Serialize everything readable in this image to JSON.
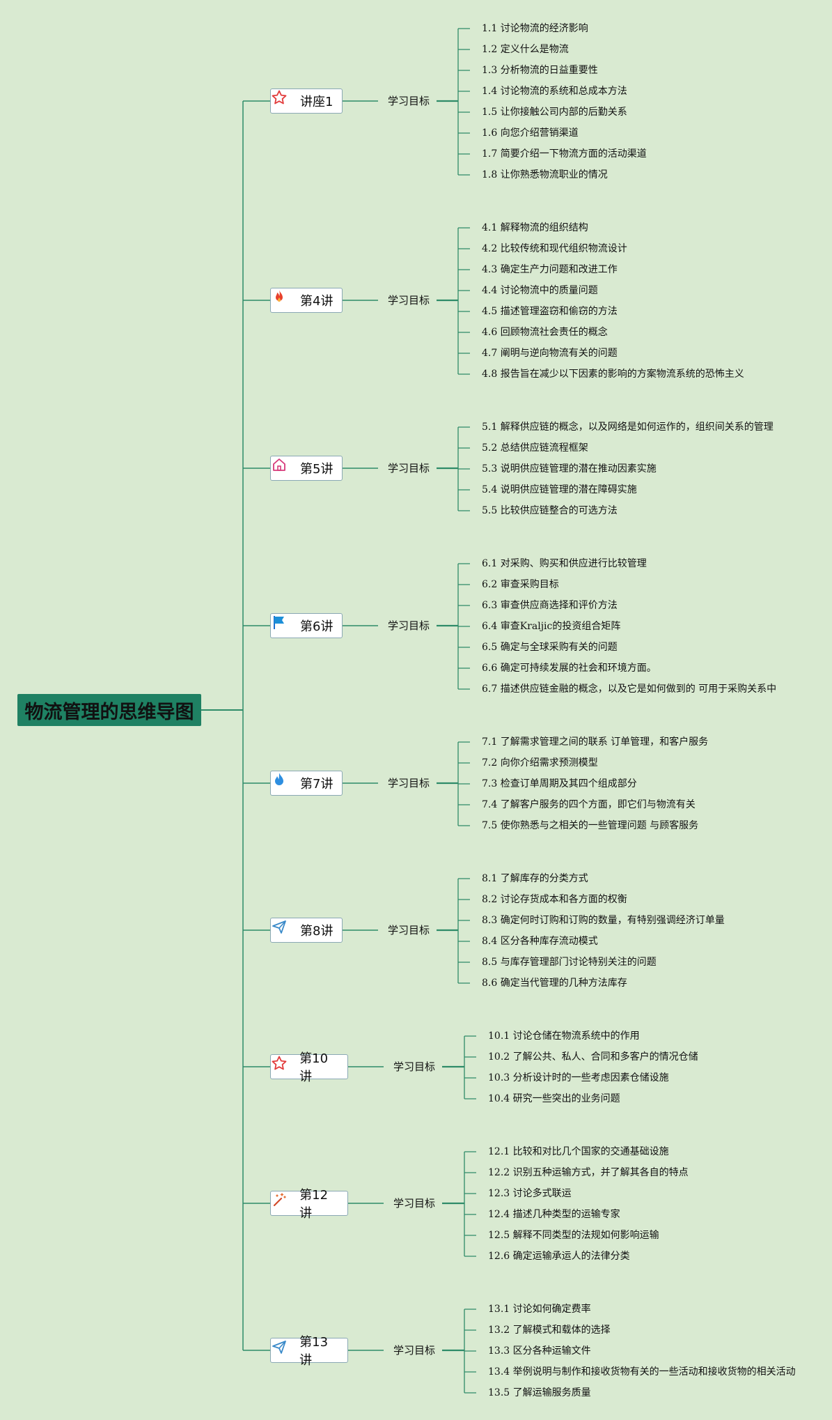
{
  "root": {
    "label": "物流管理的思维导图"
  },
  "colors": {
    "line": "#2e8b68",
    "background": "#d9ead1",
    "root_fill": "#1f8163"
  },
  "branches": [
    {
      "label": "讲座1",
      "icon": "star-icon",
      "goal": "学习目标",
      "items": [
        "1.1 讨论物流的经济影响",
        "1.2 定义什么是物流",
        "1.3 分析物流的日益重要性",
        "1.4 讨论物流的系统和总成本方法",
        "1.5 让你接触公司内部的后勤关系",
        "1.6 向您介绍营销渠道",
        "1.7 简要介绍一下物流方面的活动渠道",
        "1.8 让你熟悉物流职业的情况"
      ]
    },
    {
      "label": "第4讲",
      "icon": "fire-icon",
      "goal": "学习目标",
      "items": [
        "4.1 解释物流的组织结构",
        "4.2 比较传统和现代组织物流设计",
        "4.3 确定生产力问题和改进工作",
        "4.4 讨论物流中的质量问题",
        "4.5 描述管理盗窃和偷窃的方法",
        "4.6 回顾物流社会责任的概念",
        "4.7 阐明与逆向物流有关的问题",
        "4.8 报告旨在减少以下因素的影响的方案物流系统的恐怖主义"
      ]
    },
    {
      "label": "第5讲",
      "icon": "home-icon",
      "goal": "学习目标",
      "items": [
        "5.1 解释供应链的概念，以及网络是如何运作的，组织间关系的管理",
        "5.2 总结供应链流程框架",
        "5.3 说明供应链管理的潜在推动因素实施",
        "5.4 说明供应链管理的潜在障碍实施",
        "5.5 比较供应链整合的可选方法"
      ]
    },
    {
      "label": "第6讲",
      "icon": "flag-icon",
      "goal": "学习目标",
      "items": [
        "6.1 对采购、购买和供应进行比较管理",
        "6.2 审查采购目标",
        "6.3 审查供应商选择和评价方法",
        "6.4 审查Kraljic的投资组合矩阵",
        "6.5 确定与全球采购有关的问题",
        "6.6 确定可持续发展的社会和环境方面。",
        "6.7 描述供应链金融的概念，以及它是如何做到的 可用于采购关系中"
      ]
    },
    {
      "label": "第7讲",
      "icon": "water-drop-icon",
      "goal": "学习目标",
      "items": [
        "7.1 了解需求管理之间的联系 订单管理，和客户服务",
        "7.2 向你介绍需求预测模型",
        "7.3 检查订单周期及其四个组成部分",
        "7.4 了解客户服务的四个方面，即它们与物流有关",
        "7.5 使你熟悉与之相关的一些管理问题 与顾客服务"
      ]
    },
    {
      "label": "第8讲",
      "icon": "paper-plane-icon",
      "goal": "学习目标",
      "items": [
        "8.1 了解库存的分类方式",
        "8.2 讨论存货成本和各方面的权衡",
        "8.3 确定何时订购和订购的数量，有特别强调经济订单量",
        "8.4 区分各种库存流动模式",
        "8.5 与库存管理部门讨论特别关注的问题",
        "8.6 确定当代管理的几种方法库存"
      ]
    },
    {
      "label": "第10讲",
      "icon": "star-icon",
      "goal": "学习目标",
      "items": [
        "10.1 讨论仓储在物流系统中的作用",
        "10.2 了解公共、私人、合同和多客户的情况仓储",
        "10.3 分析设计时的一些考虑因素仓储设施",
        "10.4 研究一些突出的业务问题"
      ]
    },
    {
      "label": "第12讲",
      "icon": "magic-wand-icon",
      "goal": "学习目标",
      "items": [
        "12.1 比较和对比几个国家的交通基础设施",
        "12.2 识别五种运输方式，并了解其各自的特点",
        "12.3 讨论多式联运",
        "12.4 描述几种类型的运输专家",
        "12.5 解释不同类型的法规如何影响运输",
        "12.6 确定运输承运人的法律分类"
      ]
    },
    {
      "label": "第13讲",
      "icon": "paper-plane-icon",
      "goal": "学习目标",
      "items": [
        "13.1 讨论如何确定费率",
        "13.2 了解模式和载体的选择",
        "13.3 区分各种运输文件",
        "13.4 举例说明与制作和接收货物有关的一些活动和接收货物的相关活动",
        "13.5 了解运输服务质量"
      ]
    }
  ]
}
